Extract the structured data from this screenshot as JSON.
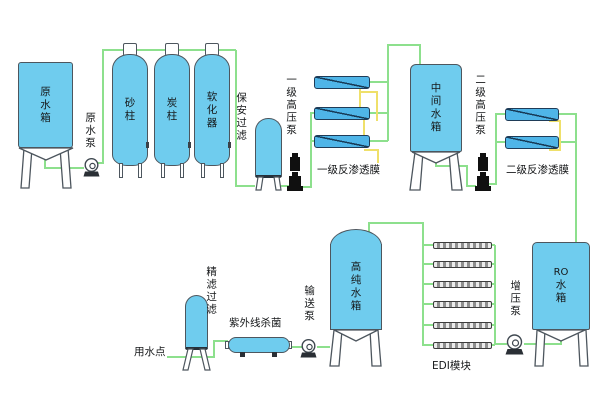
{
  "diagram": {
    "labels": {
      "raw_water_tank": "原水箱",
      "raw_water_pump": "原水泵",
      "sand_column": "砂柱",
      "carbon_column": "炭柱",
      "softener": "软化器",
      "security_filter": "保安过滤",
      "stage1_hp_pump": "一级高压泵",
      "stage1_ro_membrane": "一级反渗透膜",
      "intermediate_tank": "中间水箱",
      "stage2_hp_pump": "二级高压泵",
      "stage2_ro_membrane": "二级反渗透膜",
      "ro_tank_line1": "RO",
      "ro_tank_line2": "水箱",
      "booster_pump": "增压泵",
      "edi_module": "EDI模块",
      "high_purity_tank": "高纯水箱",
      "transfer_pump": "输送泵",
      "uv_sterilizer": "紫外线杀菌",
      "fine_filter": "精滤过滤",
      "water_use_point": "用水点"
    },
    "colors": {
      "pipe_main": "#8de08d",
      "pipe_concentrate": "#efe06a",
      "vessel_fill": "#6fccee",
      "membrane_fill": "#4fb5e8",
      "outline": "#4d565e",
      "pump_dark": "#101010",
      "background": "#ffffff"
    },
    "counts": {
      "stage1_membranes": 3,
      "stage2_membranes": 2,
      "edi_cells": 6
    }
  }
}
